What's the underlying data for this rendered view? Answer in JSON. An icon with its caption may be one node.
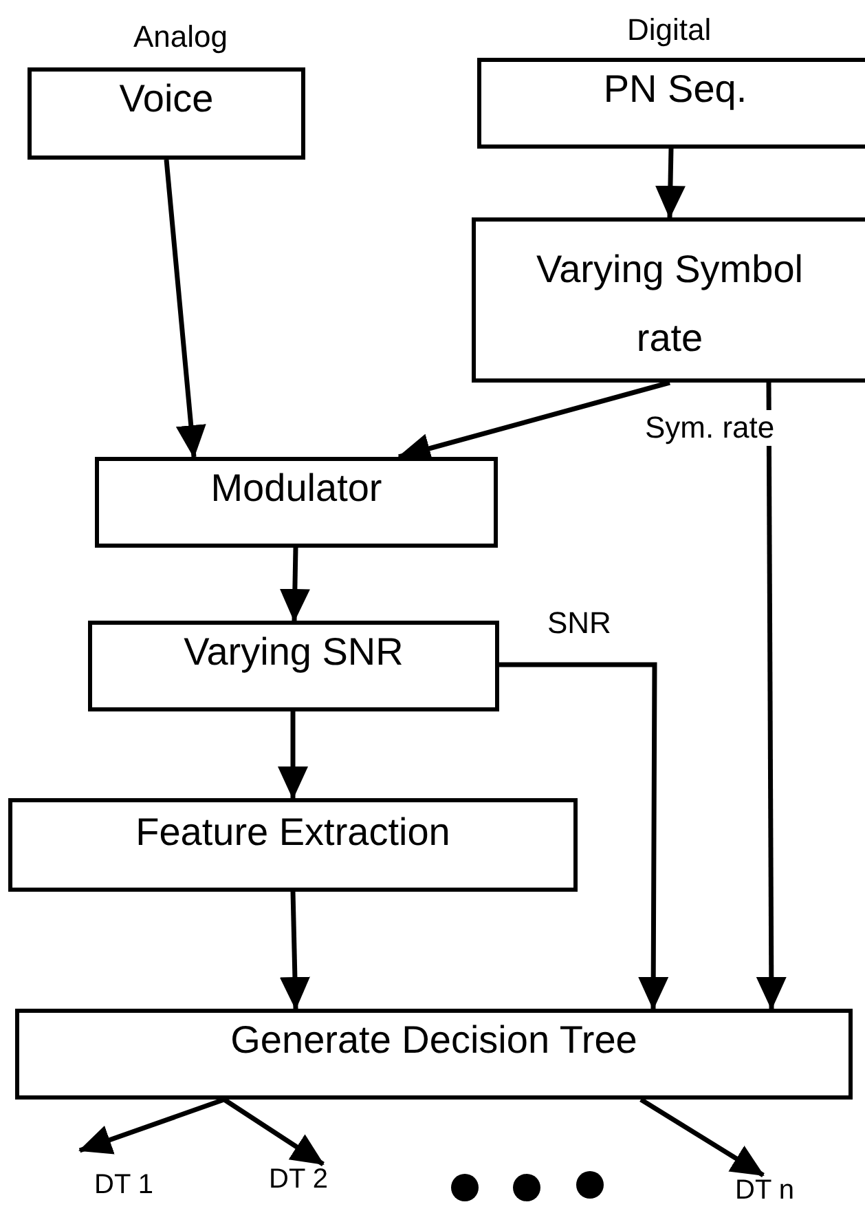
{
  "diagram": {
    "nodes": [
      {
        "text": [
          "Analog",
          "Voice"
        ]
      },
      {
        "text": [
          "Digital",
          "PN Seq."
        ]
      },
      {
        "text": [
          "Varying Symbol rate"
        ]
      },
      {
        "text": [
          "Modulator"
        ]
      },
      {
        "text": [
          "Varying SNR"
        ]
      },
      {
        "text": [
          "Feature Extraction"
        ]
      },
      {
        "text": [
          "Generate Decision Tree"
        ]
      },
      {
        "text": [
          "DT 1"
        ]
      },
      {
        "text": [
          "DT 2"
        ]
      },
      {
        "text": [
          "DT n"
        ]
      }
    ],
    "edges": [
      {
        "from": 0,
        "to": 3,
        "arrow": "to"
      },
      {
        "from": 1,
        "to": 2,
        "arrow": "to"
      },
      {
        "from": 2,
        "to": 3,
        "arrow": "to"
      },
      {
        "from": 2,
        "to": 6,
        "arrow": "to",
        "label": "Sym. rate"
      },
      {
        "from": 3,
        "to": 4,
        "arrow": "to"
      },
      {
        "from": 4,
        "to": 6,
        "arrow": "to",
        "label": "SNR"
      },
      {
        "from": 4,
        "to": 5,
        "arrow": "to"
      },
      {
        "from": 5,
        "to": 6,
        "arrow": "to"
      },
      {
        "from": 6,
        "to": 7,
        "arrow": "to"
      },
      {
        "from": 6,
        "to": 8,
        "arrow": "to"
      },
      {
        "from": 6,
        "to": 9,
        "arrow": "to"
      }
    ]
  }
}
